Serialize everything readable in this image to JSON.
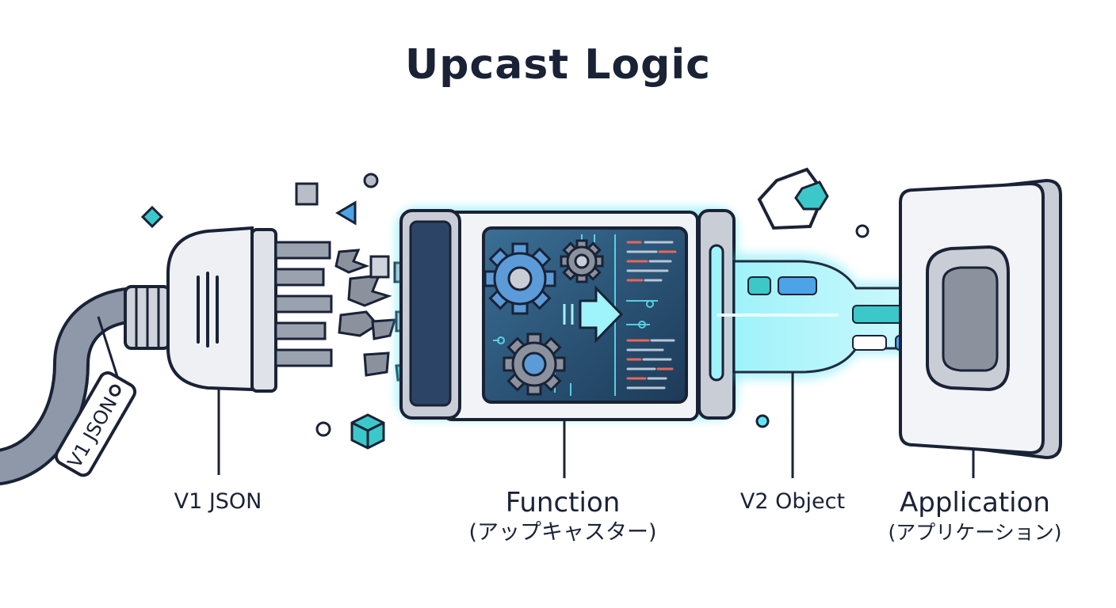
{
  "title": "Upcast Logic",
  "tag_text": "V1 JSON",
  "labels": {
    "v1": "V1 JSON",
    "function": "Function",
    "function_sub": "(アップキャスター)",
    "v2": "V2 Object",
    "application": "Application",
    "application_sub": "(アプリケーション)"
  },
  "colors": {
    "ink": "#1a2236",
    "glow": "#5fe6f5",
    "teal": "#3cc8c8",
    "blue": "#4da3e8",
    "panel": "#244a6a",
    "gear": "#5b9bd8",
    "metal": "#c9cdd6",
    "code_red": "#e8665a"
  },
  "icons": [
    "gear-icon",
    "arrow-right-icon",
    "cube-icon",
    "hexagon-icon",
    "diamond-icon",
    "triangle-icon"
  ]
}
